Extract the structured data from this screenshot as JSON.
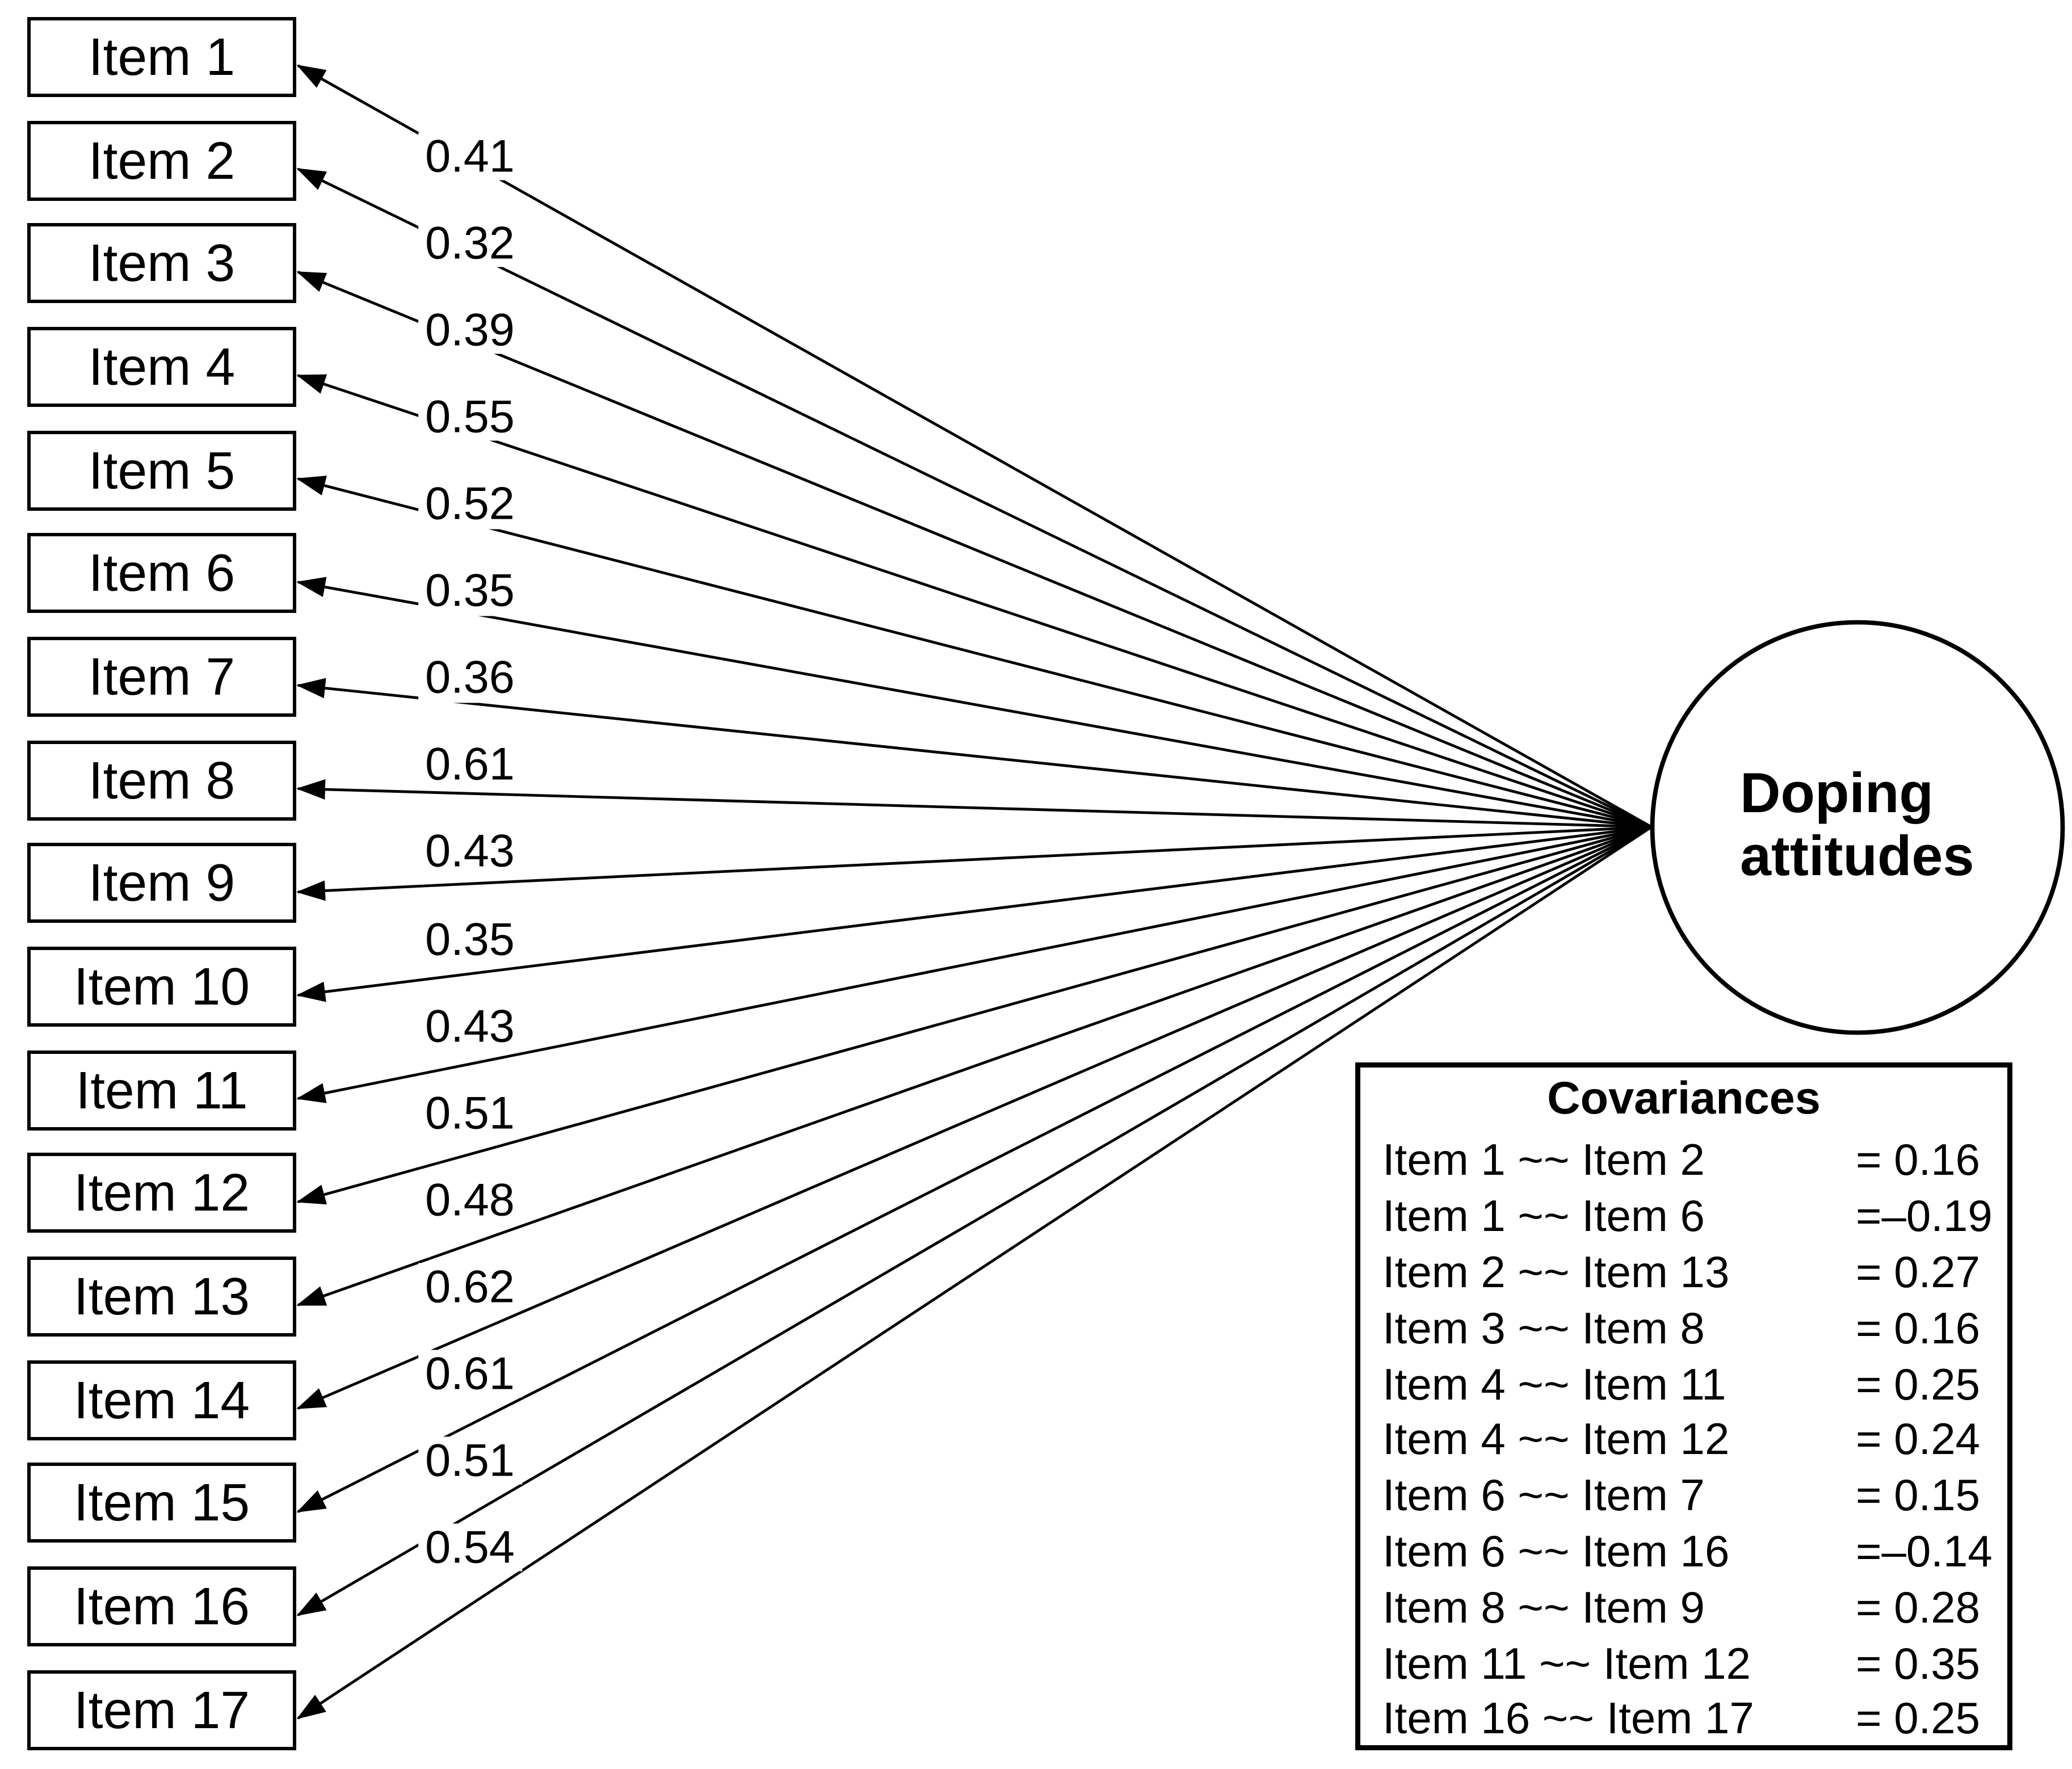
{
  "figure": {
    "type": "cfa-path-diagram",
    "latent": {
      "label": "Doping attitudes"
    },
    "items": [
      {
        "label": "Item 1",
        "loading": "0.41"
      },
      {
        "label": "Item 2",
        "loading": "0.32"
      },
      {
        "label": "Item 3",
        "loading": "0.39"
      },
      {
        "label": "Item 4",
        "loading": "0.55"
      },
      {
        "label": "Item 5",
        "loading": "0.52"
      },
      {
        "label": "Item 6",
        "loading": "0.35"
      },
      {
        "label": "Item 7",
        "loading": "0.36"
      },
      {
        "label": "Item 8",
        "loading": "0.61"
      },
      {
        "label": "Item 9",
        "loading": "0.43"
      },
      {
        "label": "Item 10",
        "loading": "0.35"
      },
      {
        "label": "Item 11",
        "loading": "0.43"
      },
      {
        "label": "Item 12",
        "loading": "0.51"
      },
      {
        "label": "Item 13",
        "loading": "0.48"
      },
      {
        "label": "Item 14",
        "loading": "0.62"
      },
      {
        "label": "Item 15",
        "loading": "0.61"
      },
      {
        "label": "Item 16",
        "loading": "0.51"
      },
      {
        "label": "Item 17",
        "loading": "0.54"
      }
    ],
    "covariances": {
      "title": "Covariances",
      "rows": [
        {
          "pair": "Item 1 ~~ Item 2",
          "value": "= 0.16"
        },
        {
          "pair": "Item 1 ~~ Item 6",
          "value": "=–0.19"
        },
        {
          "pair": "Item 2 ~~ Item 13",
          "value": "= 0.27"
        },
        {
          "pair": "Item 3 ~~ Item 8",
          "value": "= 0.16"
        },
        {
          "pair": "Item 4 ~~ Item 11",
          "value": "= 0.25"
        },
        {
          "pair": "Item 4 ~~ Item 12",
          "value": "= 0.24"
        },
        {
          "pair": "Item 6 ~~ Item 7",
          "value": "= 0.15"
        },
        {
          "pair": "Item 6 ~~ Item 16",
          "value": "=–0.14"
        },
        {
          "pair": "Item 8 ~~ Item 9",
          "value": "= 0.28"
        },
        {
          "pair": "Item 11 ~~ Item 12",
          "value": "= 0.35"
        },
        {
          "pair": "Item 16 ~~ Item 17",
          "value": "= 0.25"
        }
      ]
    },
    "colors": {
      "ink": "#000000",
      "background": "#ffffff"
    }
  }
}
